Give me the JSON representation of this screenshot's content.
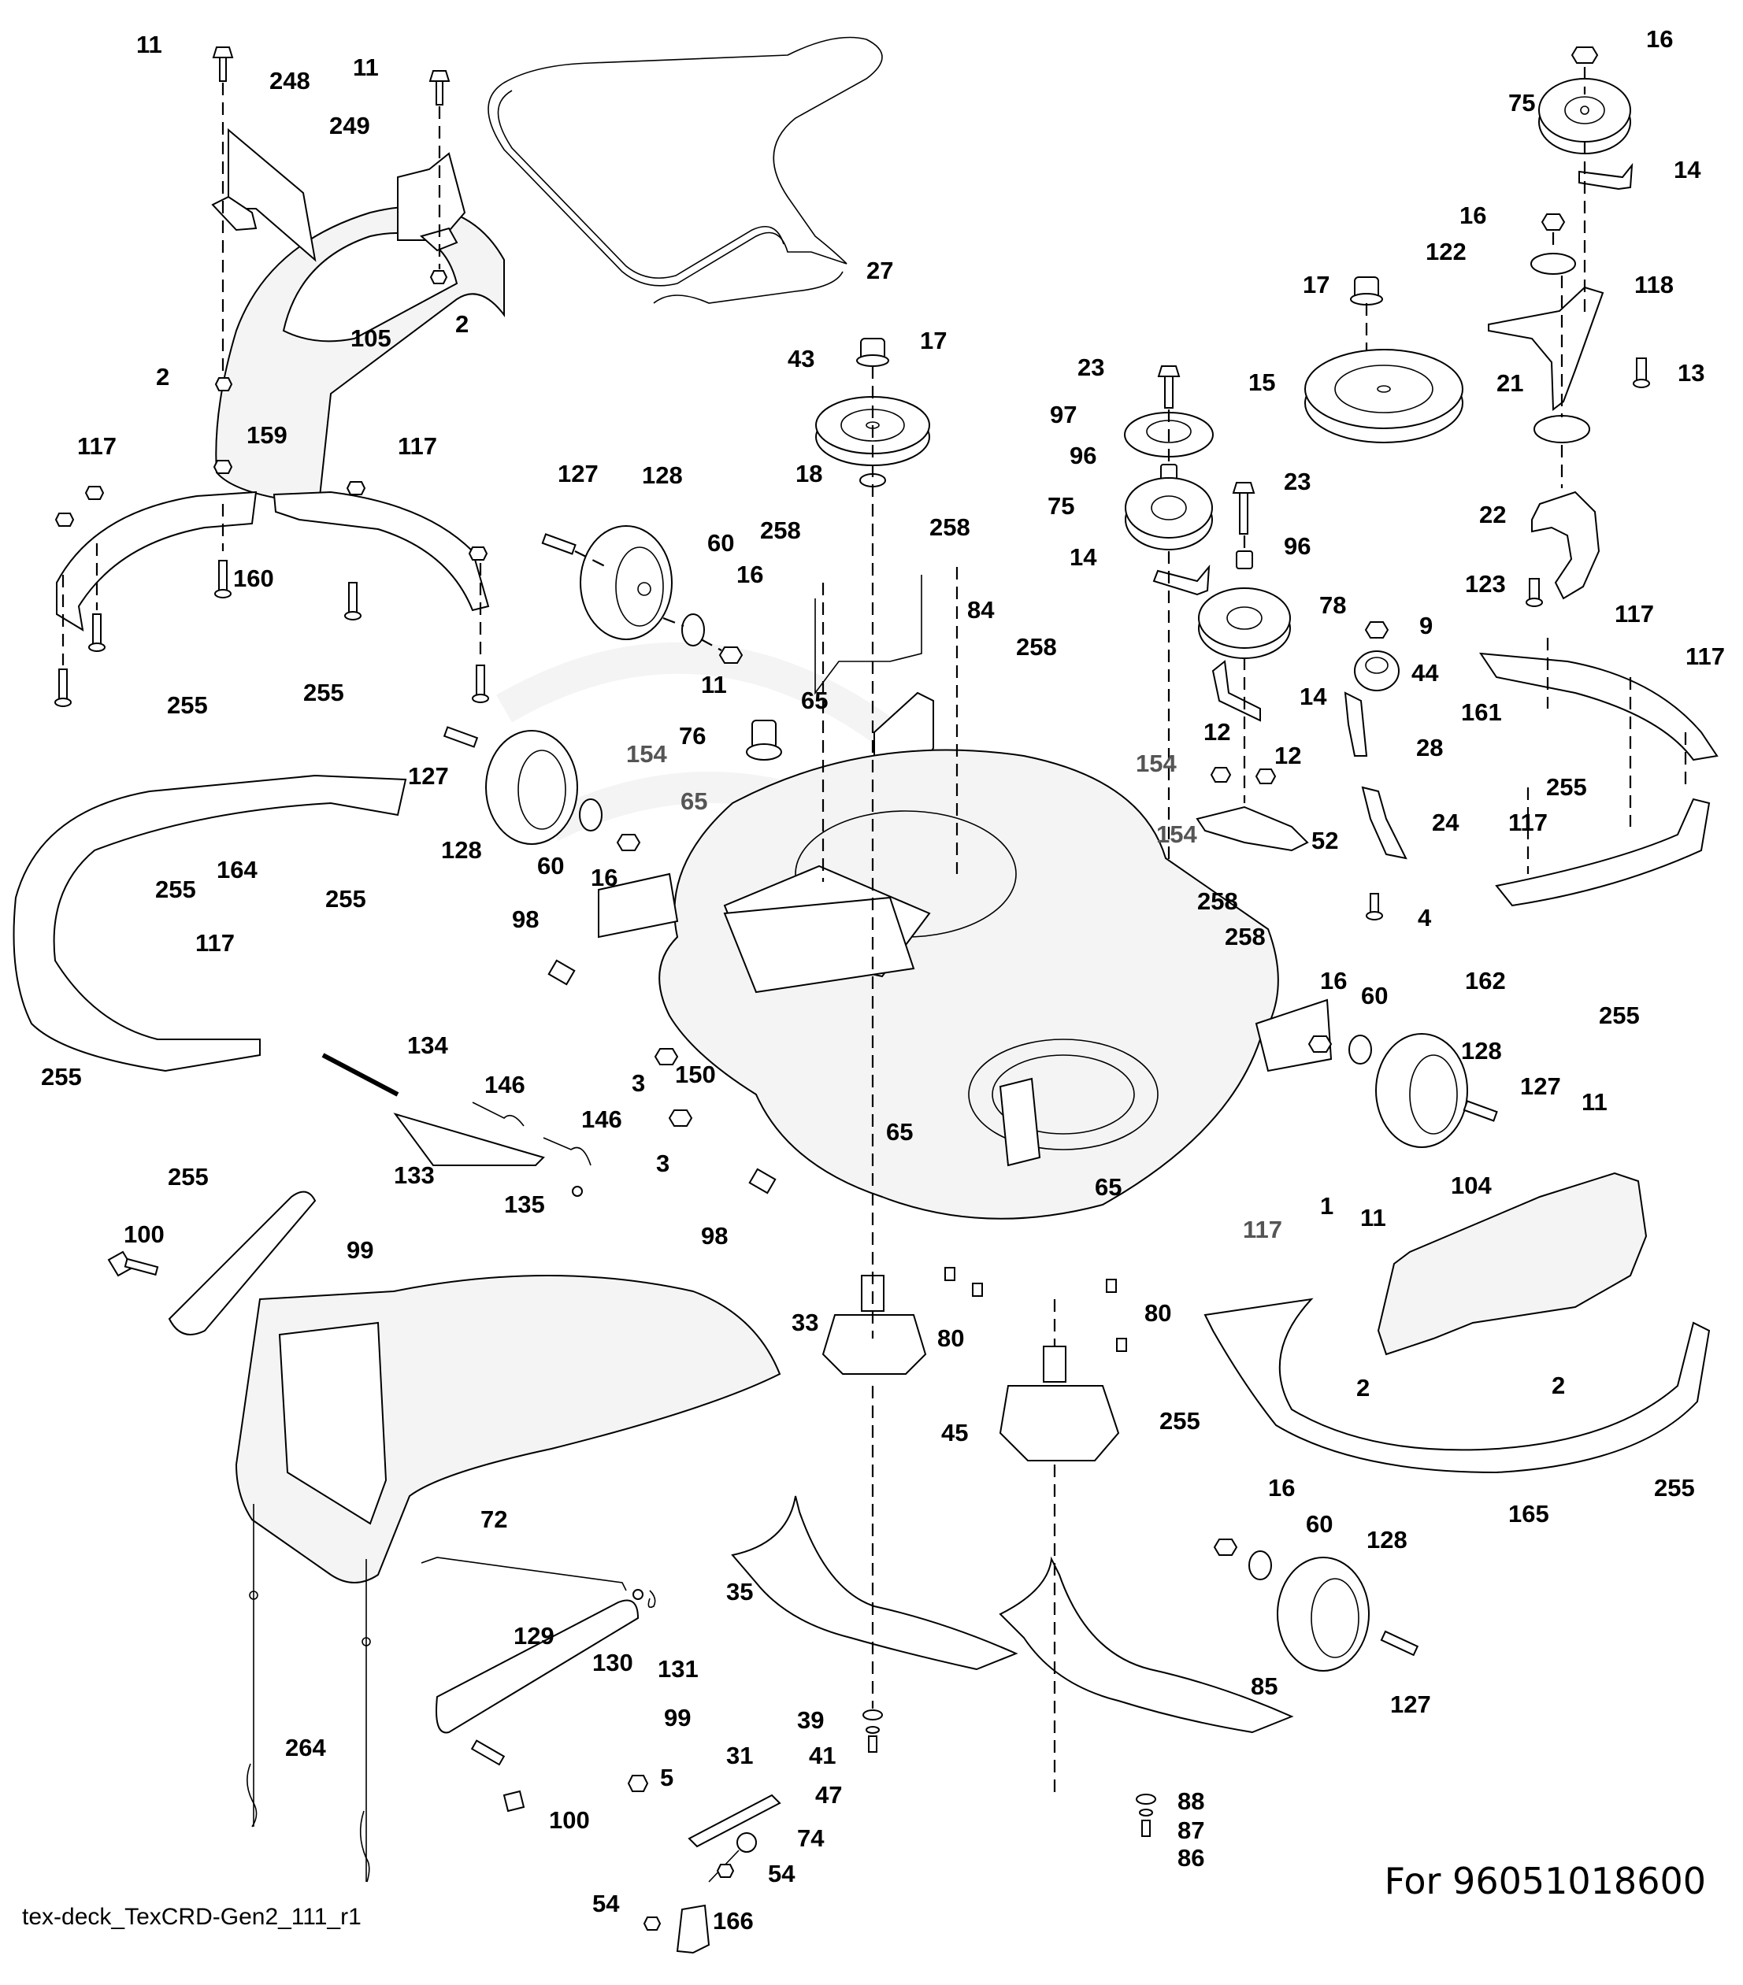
{
  "document": {
    "drawing_id": "tex-deck_TexCRD-Gen2_111_r1",
    "model_note": "For 96051018600",
    "subject": "Mower deck exploded parts diagram"
  },
  "callouts": [
    {
      "n": "11"
    },
    {
      "n": "248"
    },
    {
      "n": "11"
    },
    {
      "n": "249"
    },
    {
      "n": "2"
    },
    {
      "n": "105"
    },
    {
      "n": "2"
    },
    {
      "n": "27"
    },
    {
      "n": "43"
    },
    {
      "n": "17"
    },
    {
      "n": "18"
    },
    {
      "n": "16"
    },
    {
      "n": "75"
    },
    {
      "n": "14"
    },
    {
      "n": "16"
    },
    {
      "n": "122"
    },
    {
      "n": "118"
    },
    {
      "n": "17"
    },
    {
      "n": "15"
    },
    {
      "n": "13"
    },
    {
      "n": "21"
    },
    {
      "n": "22"
    },
    {
      "n": "123"
    },
    {
      "n": "23"
    },
    {
      "n": "97"
    },
    {
      "n": "96"
    },
    {
      "n": "75"
    },
    {
      "n": "23"
    },
    {
      "n": "14"
    },
    {
      "n": "96"
    },
    {
      "n": "78"
    },
    {
      "n": "9"
    },
    {
      "n": "44"
    },
    {
      "n": "14"
    },
    {
      "n": "28"
    },
    {
      "n": "12"
    },
    {
      "n": "12"
    },
    {
      "n": "24"
    },
    {
      "n": "52"
    },
    {
      "n": "4"
    },
    {
      "n": "117"
    },
    {
      "n": "159"
    },
    {
      "n": "117"
    },
    {
      "n": "160"
    },
    {
      "n": "255"
    },
    {
      "n": "255"
    },
    {
      "n": "127"
    },
    {
      "n": "128"
    },
    {
      "n": "60"
    },
    {
      "n": "16"
    },
    {
      "n": "258"
    },
    {
      "n": "258"
    },
    {
      "n": "84"
    },
    {
      "n": "11"
    },
    {
      "n": "65"
    },
    {
      "n": "76"
    },
    {
      "n": "258"
    },
    {
      "n": "117"
    },
    {
      "n": "161"
    },
    {
      "n": "117"
    },
    {
      "n": "255"
    },
    {
      "n": "117"
    },
    {
      "n": "24"
    },
    {
      "n": "127"
    },
    {
      "n": "154"
    },
    {
      "n": "65"
    },
    {
      "n": "128"
    },
    {
      "n": "60"
    },
    {
      "n": "16"
    },
    {
      "n": "164"
    },
    {
      "n": "255"
    },
    {
      "n": "255"
    },
    {
      "n": "154"
    },
    {
      "n": "154"
    },
    {
      "n": "98"
    },
    {
      "n": "3"
    },
    {
      "n": "150"
    },
    {
      "n": "258"
    },
    {
      "n": "258"
    },
    {
      "n": "162"
    },
    {
      "n": "255"
    },
    {
      "n": "117"
    },
    {
      "n": "255"
    },
    {
      "n": "255"
    },
    {
      "n": "134"
    },
    {
      "n": "146"
    },
    {
      "n": "146"
    },
    {
      "n": "133"
    },
    {
      "n": "135"
    },
    {
      "n": "3"
    },
    {
      "n": "98"
    },
    {
      "n": "65"
    },
    {
      "n": "65"
    },
    {
      "n": "1"
    },
    {
      "n": "16"
    },
    {
      "n": "60"
    },
    {
      "n": "128"
    },
    {
      "n": "127"
    },
    {
      "n": "11"
    },
    {
      "n": "104"
    },
    {
      "n": "11"
    },
    {
      "n": "100"
    },
    {
      "n": "99"
    },
    {
      "n": "33"
    },
    {
      "n": "80"
    },
    {
      "n": "80"
    },
    {
      "n": "117"
    },
    {
      "n": "2"
    },
    {
      "n": "2"
    },
    {
      "n": "255"
    },
    {
      "n": "255"
    },
    {
      "n": "165"
    },
    {
      "n": "72"
    },
    {
      "n": "45"
    },
    {
      "n": "35"
    },
    {
      "n": "16"
    },
    {
      "n": "60"
    },
    {
      "n": "128"
    },
    {
      "n": "127"
    },
    {
      "n": "85"
    },
    {
      "n": "129"
    },
    {
      "n": "130"
    },
    {
      "n": "131"
    },
    {
      "n": "264"
    },
    {
      "n": "99"
    },
    {
      "n": "39"
    },
    {
      "n": "41"
    },
    {
      "n": "47"
    },
    {
      "n": "31"
    },
    {
      "n": "5"
    },
    {
      "n": "100"
    },
    {
      "n": "74"
    },
    {
      "n": "54"
    },
    {
      "n": "54"
    },
    {
      "n": "166"
    },
    {
      "n": "88"
    },
    {
      "n": "87"
    },
    {
      "n": "86"
    }
  ]
}
